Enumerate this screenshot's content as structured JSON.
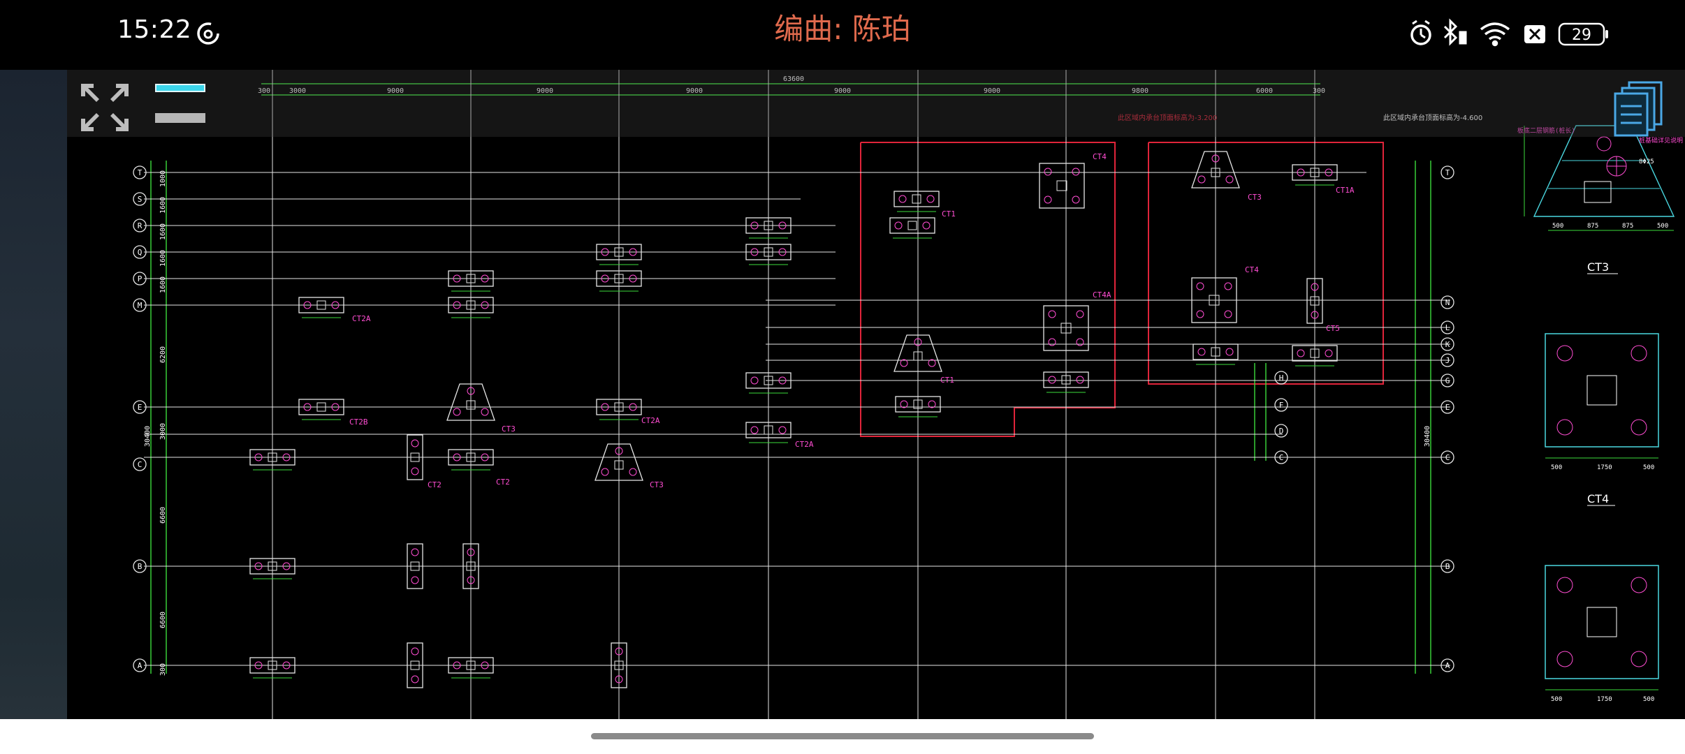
{
  "status": {
    "time": "15:22",
    "battery": "29"
  },
  "title": "编曲: 陈珀",
  "drawing": {
    "total_dimension": "63600",
    "top_spans": [
      "300",
      "3000",
      "9000",
      "9000",
      "9000",
      "9000",
      "9000",
      "9800",
      "6000",
      "300"
    ],
    "left_axes": [
      "T",
      "S",
      "R",
      "Q",
      "P",
      "M",
      "E",
      "C",
      "B",
      "A"
    ],
    "right_axes_a": [
      "T",
      "N",
      "L",
      "K",
      "J",
      "G",
      "E",
      "C",
      "B",
      "A"
    ],
    "right_axes_b": [
      "H",
      "F",
      "D",
      "C"
    ],
    "left_dims": [
      "1000",
      "1600",
      "1600",
      "1600",
      "1600",
      "6200",
      "3000",
      "6600",
      "6600",
      "300"
    ],
    "left_total": "30400",
    "right_total": "30400",
    "pile_tags": [
      "CT2A",
      "CT2B",
      "CT3",
      "CT2",
      "CT2A",
      "CT1",
      "CT3",
      "CT2A",
      "CT2",
      "CT4",
      "CT4A",
      "CT1",
      "CT1A",
      "CT4",
      "CT5",
      "CT3"
    ],
    "detail_ct3": {
      "label": "CT3",
      "dims": [
        "500",
        "875",
        "875",
        "500"
      ],
      "note_a": "板底二层钢筋(桩长)",
      "note_b": "桩基础详见说明",
      "rebar": "8Φ25"
    },
    "detail_ct4": {
      "label": "CT4",
      "dims": [
        "500",
        "1750",
        "500"
      ]
    },
    "detail_ct5": {
      "dims": [
        "500",
        "1750",
        "500"
      ]
    },
    "red_note_1": "此区域内承台顶面标高为-3.200",
    "red_note_2": "此区域内承台顶面标高为-4.600"
  },
  "colors": {
    "grid": "#e6e6e6",
    "dim": "#3ddc3d",
    "pile": "#ff4dd2",
    "red": "#e0243a",
    "cyan": "#4ad7e0",
    "title": "#e06a4d"
  }
}
